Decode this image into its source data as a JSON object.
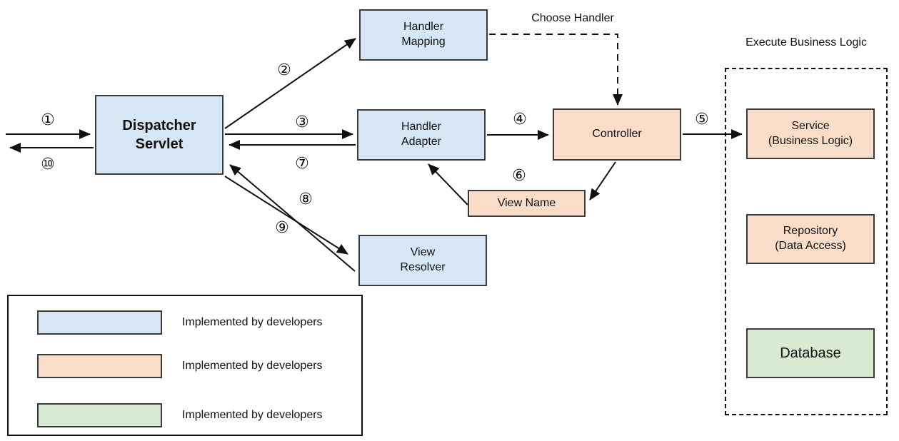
{
  "palette": {
    "blue": "#d7e6f4",
    "peach": "#f9ddc9",
    "green": "#d9ead3",
    "box_border": "#3b3b3b",
    "arrow": "#111111"
  },
  "nodes": {
    "dispatcher_servlet": {
      "label": "Dispatcher\nServlet",
      "color": "#d7e6f4"
    },
    "handler_mapping": {
      "label": "Handler\nMapping",
      "color": "#d7e6f4"
    },
    "handler_adapter": {
      "label": "Handler\nAdapter",
      "color": "#d7e6f4"
    },
    "controller": {
      "label": "Controller",
      "color": "#f9ddc9"
    },
    "view_name": {
      "label": "View Name",
      "color": "#f9ddc9"
    },
    "view_resolver": {
      "label": "View\nResolver",
      "color": "#d7e6f4"
    },
    "service": {
      "label": "Service\n(Business Logic)",
      "color": "#f9ddc9"
    },
    "repository": {
      "label": "Repository\n(Data Access)",
      "color": "#f9ddc9"
    },
    "database": {
      "label": "Database",
      "color": "#d9ead3"
    }
  },
  "steps": [
    {
      "symbol": "①"
    },
    {
      "symbol": "②"
    },
    {
      "symbol": "③"
    },
    {
      "symbol": "④"
    },
    {
      "symbol": "⑤"
    },
    {
      "symbol": "⑥"
    },
    {
      "symbol": "⑦"
    },
    {
      "symbol": "⑧"
    },
    {
      "symbol": "⑨"
    },
    {
      "symbol": "⑩"
    }
  ],
  "annotations": {
    "choose_handler": "Choose Handler",
    "execute_business_logic": "Execute Business Logic"
  },
  "legend": {
    "items": [
      {
        "color": "#d7e6f4",
        "label": "Implemented by developers"
      },
      {
        "color": "#f9ddc9",
        "label": "Implemented by developers"
      },
      {
        "color": "#d9ead3",
        "label": "Implemented by developers"
      }
    ]
  }
}
